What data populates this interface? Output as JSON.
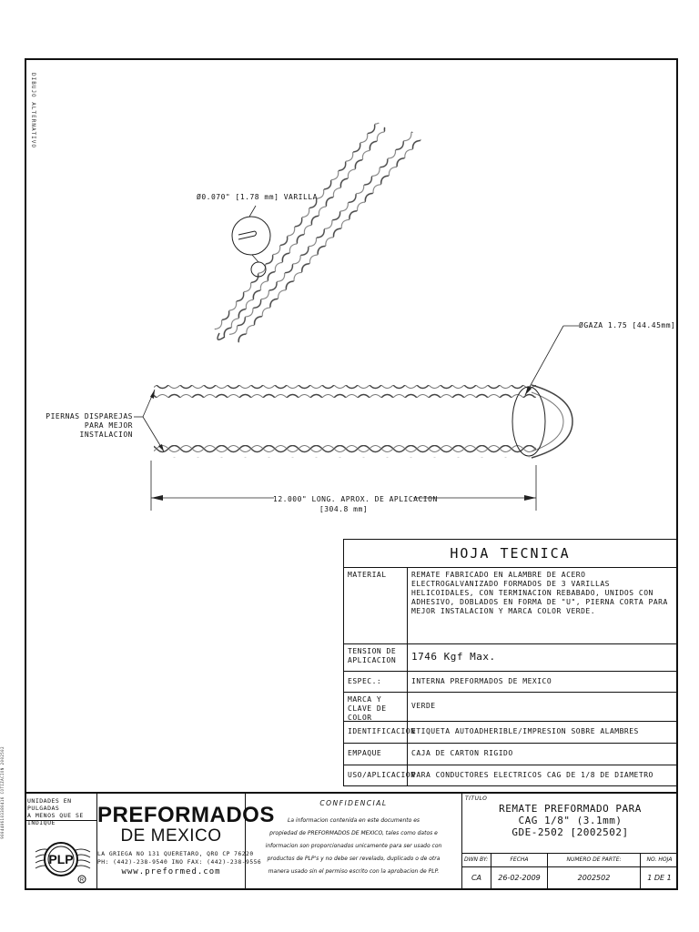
{
  "side_label": "DIBUJO ALTERNATIVO",
  "margin_label": "9004406103380416 COTIZACION 2002502",
  "drawing": {
    "rod_diameter": "Ø0.070\" [1.78 mm] VARILLA",
    "eye_diameter": "ØGAZA 1.75 [44.45mm]",
    "legs_note_line1": "PIERNAS DISPAREJAS",
    "legs_note_line2": "PARA MEJOR INSTALACION",
    "length_line1": "12.000\" LONG. APROX. DE APLICACION",
    "length_line2": "[304.8 mm]"
  },
  "spec": {
    "title": "HOJA TECNICA",
    "rows": [
      {
        "label": "MATERIAL",
        "value": "REMATE FABRICADO EN ALAMBRE DE ACERO ELECTROGALVANIZADO FORMADOS DE 3 VARILLAS HELICOIDALES, CON TERMINACION REBABADO, UNIDOS CON ADHESIVO, DOBLADOS EN FORMA DE \"U\", PIERNA CORTA PARA MEJOR INSTALACION Y MARCA COLOR VERDE."
      },
      {
        "label": "TENSION DE APLICACION",
        "value": "1746 Kgf Max."
      },
      {
        "label": "ESPEC.:",
        "value": "INTERNA PREFORMADOS DE MEXICO"
      },
      {
        "label": "MARCA Y CLAVE DE COLOR",
        "value": "VERDE"
      },
      {
        "label": "IDENTIFICACION",
        "value": "ETIQUETA AUTOADHERIBLE/IMPRESION SOBRE ALAMBRES"
      },
      {
        "label": "EMPAQUE",
        "value": "CAJA DE CARTON RIGIDO"
      },
      {
        "label": "USO/APLICACION",
        "value": "PARA CONDUCTORES ELECTRICOS CAG DE 1/8 DE DIAMETRO"
      }
    ]
  },
  "title_block": {
    "units_line1": "UNIDADES EN PULGADAS",
    "units_line2": "A MENOS QUE SE INDIQUE",
    "logo_text": "PLP",
    "company_line1": "PREFORMADOS",
    "company_line2": "DE MEXICO",
    "address": "LA GRIEGA NO 131  QUERETARO, QRO CP 76220",
    "phone": "PH: (442)-238-9540   INO FAX: (442)-238-9556",
    "web": "www.preformed.com",
    "confidential_title": "CONFIDENCIAL",
    "confidential_lines": [
      "La informacion contenida en este documento es",
      "propiedad de PREFORMADOS DE MEXICO, tales como datos e",
      "informacion son proporcionados unicamente para ser usado con",
      "productos de PLP's y no debe ser revelado, duplicado o de otra",
      "manera usado sin el permiso escrito con la aprobacion de PLP."
    ],
    "titulo_label": "TITULO",
    "title_line1": "REMATE PREFORMADO PARA",
    "title_line2": "CAG 1/8\" (3.1mm)",
    "title_line3": "GDE-2502 [2002502]",
    "hdr_dwn": "DWN BY:",
    "hdr_fecha": "FECHA",
    "hdr_part": "NUMERO DE PARTE:",
    "hdr_sheet": "NO. HOJA",
    "dwn_by": "CA",
    "fecha": "26-02-2009",
    "part_number": "2002502",
    "sheet": "1 DE 1"
  }
}
